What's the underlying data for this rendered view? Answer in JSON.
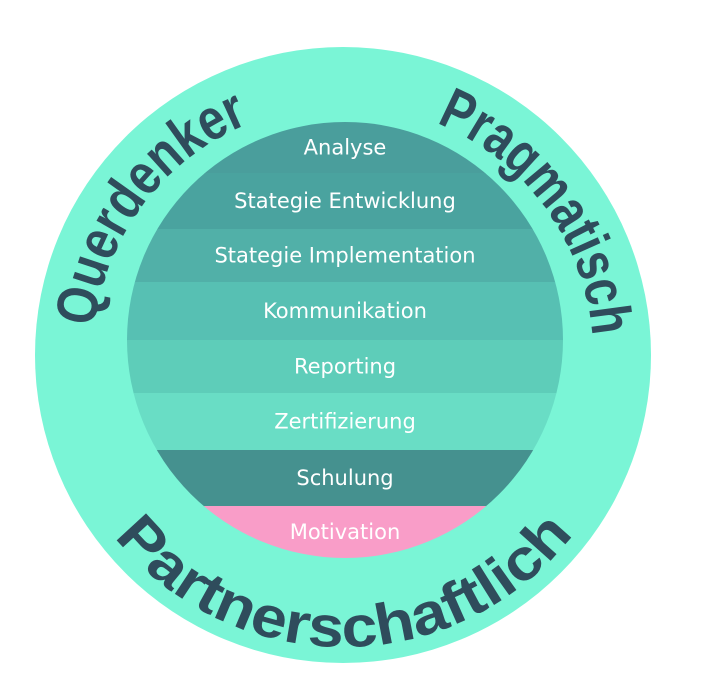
{
  "colors": {
    "outer_ring": "#7af5d6",
    "ring_text": "#2f4c5c",
    "bands": [
      "#4a9e9c",
      "#4aa39f",
      "#51b0a8",
      "#57c0b3",
      "#5ecdb9",
      "#69ddc5",
      "#45918f",
      "#f99dc8"
    ]
  },
  "ring_words": {
    "top_left": "Querdenker",
    "top_right": "Pragmatisch",
    "bottom": "Partnerschaftlich"
  },
  "bands": [
    {
      "label": "Analyse"
    },
    {
      "label": "Stategie Entwicklung"
    },
    {
      "label": "Stategie Implementation"
    },
    {
      "label": "Kommunikation"
    },
    {
      "label": "Reporting"
    },
    {
      "label": "Zertifizierung"
    },
    {
      "label": "Schulung"
    },
    {
      "label": "Motivation"
    }
  ]
}
